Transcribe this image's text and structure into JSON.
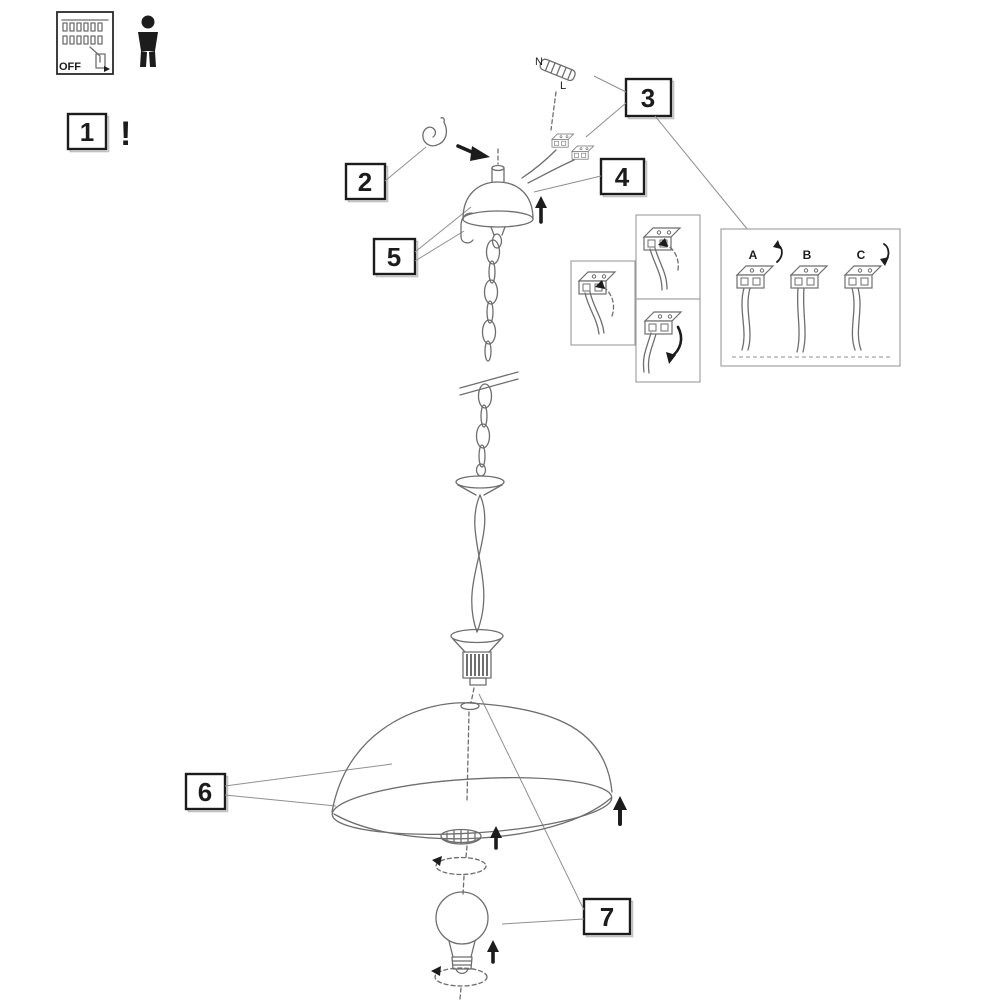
{
  "steps": [
    {
      "label": "1"
    },
    {
      "label": "2"
    },
    {
      "label": "3"
    },
    {
      "label": "4"
    },
    {
      "label": "5"
    },
    {
      "label": "6"
    },
    {
      "label": "7"
    }
  ],
  "labels": {
    "off": "OFF",
    "warning": "!",
    "wire_n": "N",
    "wire_l": "L",
    "terminal_a": "A",
    "terminal_b": "B",
    "terminal_c": "C"
  },
  "icons": {
    "breaker_panel": "breaker-panel-icon",
    "person": "person-icon"
  },
  "colors": {
    "background": "#ffffff",
    "line": "#6e6e6e",
    "accent": "#1c1c1c"
  }
}
